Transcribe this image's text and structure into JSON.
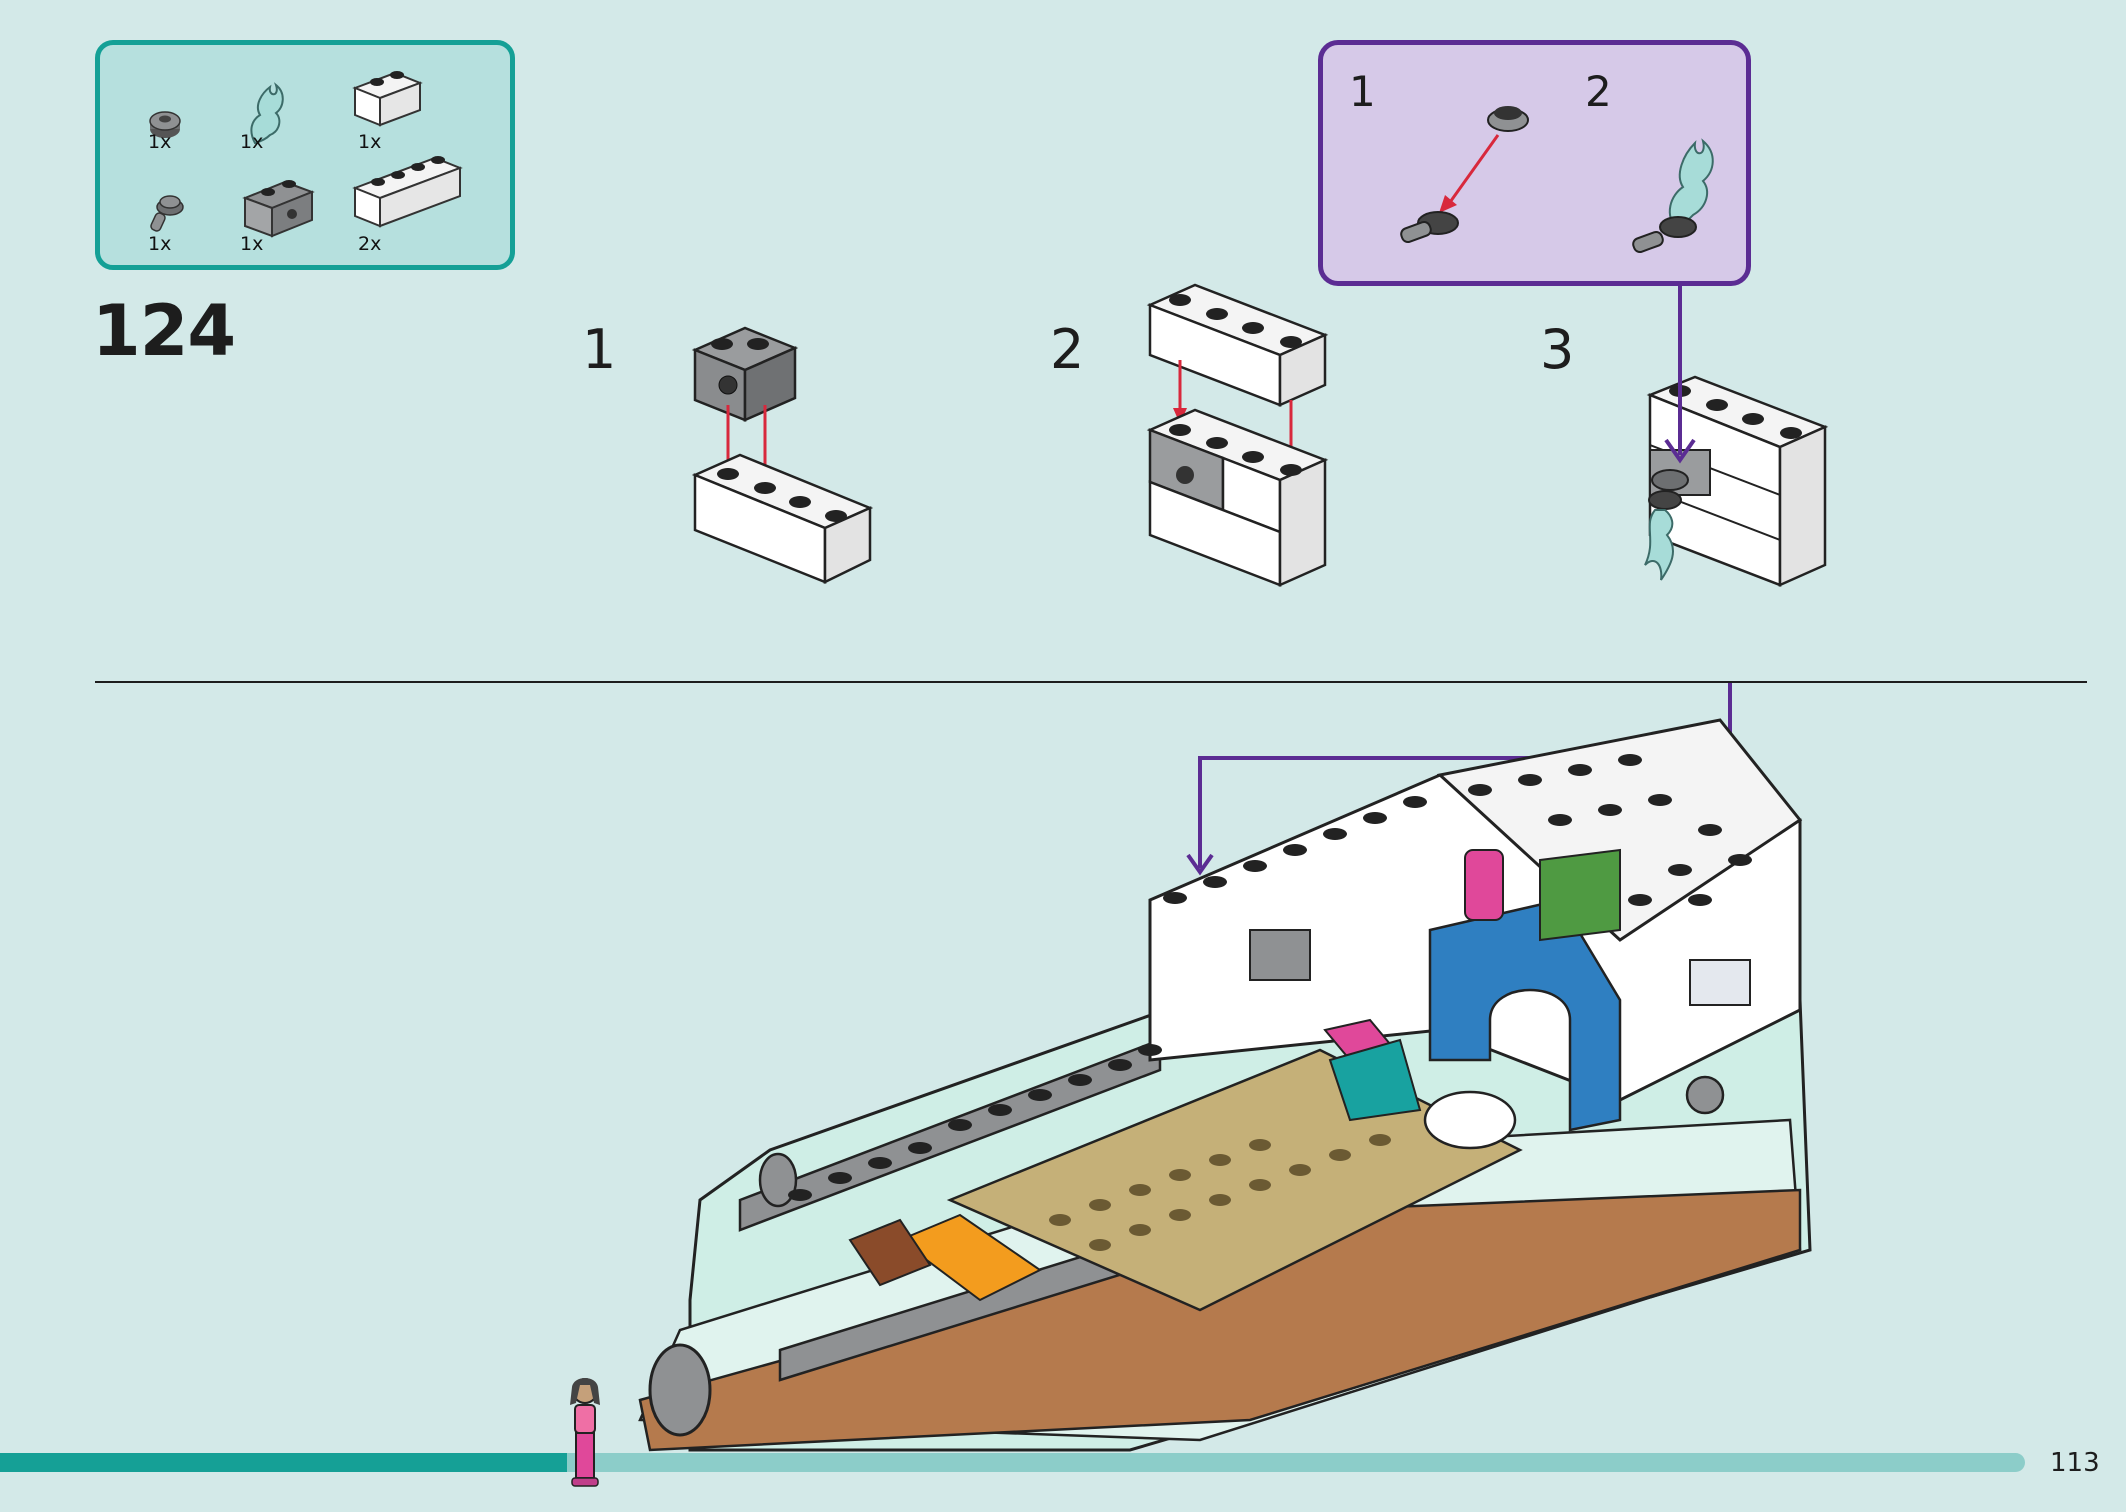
{
  "step": {
    "number": "124"
  },
  "parts": [
    {
      "id": "round-plate-dark-grey",
      "qty": "1x",
      "icon": "round-plate-icon",
      "color": "#6d6f71"
    },
    {
      "id": "flame-transparent",
      "qty": "1x",
      "icon": "flame-icon",
      "color": "#a7dcd8"
    },
    {
      "id": "brick-1x2-white",
      "qty": "1x",
      "icon": "brick-1x2-icon",
      "color": "#ffffff"
    },
    {
      "id": "round-piece-with-bar",
      "qty": "1x",
      "icon": "round-bar-icon",
      "color": "#6d6f71"
    },
    {
      "id": "brick-1x2-grey-hole",
      "qty": "1x",
      "icon": "brick-hole-icon",
      "color": "#8f9193"
    },
    {
      "id": "brick-1x4-white",
      "qty": "2x",
      "icon": "brick-1x4-icon",
      "color": "#ffffff"
    }
  ],
  "substeps": [
    "1",
    "2",
    "3"
  ],
  "callout": {
    "steps": [
      "1",
      "2"
    ]
  },
  "page": {
    "number": "113",
    "progress_fraction": 0.28
  },
  "colors": {
    "background": "#d3e9e8",
    "parts_border": "#14a096",
    "callout_border": "#5b2c93",
    "arrow_red": "#d8283c",
    "arrow_purple": "#5b2c93"
  }
}
